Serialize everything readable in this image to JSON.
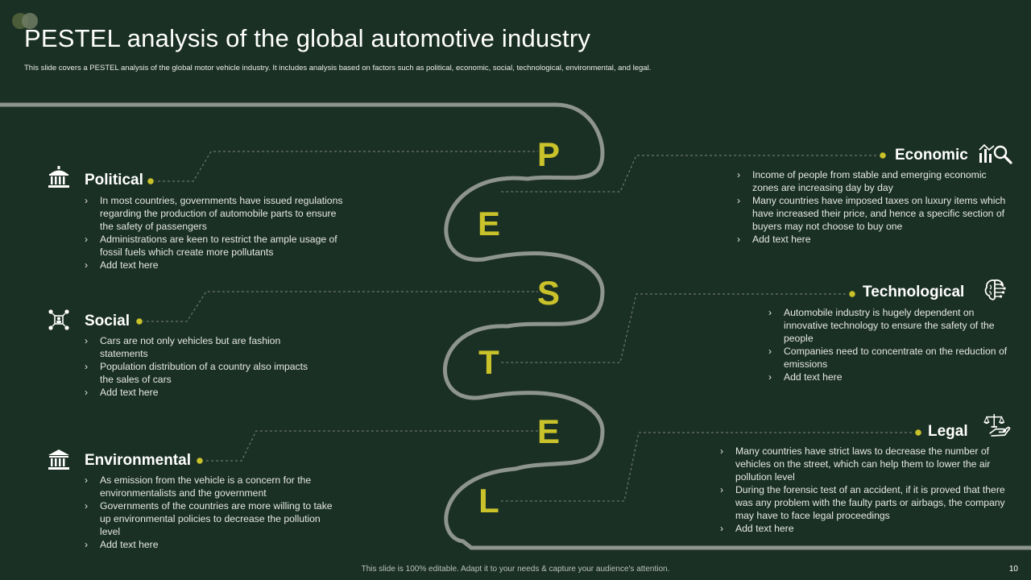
{
  "title": "PESTEL analysis of the global automotive industry",
  "subtitle": "This slide covers a PESTEL  analysis of the global motor vehicle industry. It includes analysis based on factors such as political, economic, social, technological, environmental, and legal.",
  "colors": {
    "background": "#1b3024",
    "accent": "#c9c22a",
    "road": "#8e948f"
  },
  "letters": [
    "P",
    "E",
    "S",
    "T",
    "E",
    "L"
  ],
  "sections": {
    "political": {
      "heading": "Political",
      "icon": "government-building-icon",
      "bullets": [
        "In most countries, governments  have issued regulations regarding  the production of automobile parts to ensure the safety of passengers",
        "Administrations are keen to restrict the ample usage of fossil fuels which create more pollutants",
        "Add text here"
      ]
    },
    "social": {
      "heading": "Social",
      "icon": "people-network-icon",
      "bullets": [
        "Cars are not only vehicles but are fashion statements",
        "Population distribution of a country also impacts the sales of cars",
        "Add text here"
      ]
    },
    "environmental": {
      "heading": "Environmental",
      "icon": "institution-icon",
      "bullets": [
        "As emission from the vehicle  is a concern for the environmentalists  and the government",
        "Governments  of the countries are more willing to take up environmental  policies to decrease the pollution level",
        "Add text here"
      ]
    },
    "economic": {
      "heading": "Economic",
      "icon": "chart-magnifier-icon",
      "bullets": [
        "Income of people from stable and emerging economic zones are increasing day by day",
        "Many countries have imposed taxes on luxury items which have increased their price, and hence a specific section of buyers may not choose to buy one",
        "Add text here"
      ]
    },
    "technological": {
      "heading": "Technological",
      "icon": "brain-circuit-icon",
      "bullets": [
        "Automobile industry is hugely dependent  on innovative  technology to ensure the safety of the people",
        "Companies  need to concentrate on the reduction of emissions",
        "Add text here"
      ]
    },
    "legal": {
      "heading": "Legal",
      "icon": "scales-hand-icon",
      "bullets": [
        "Many countries have  strict laws to decrease the number of vehicles on the street, which can help them to lower the air pollution level",
        "During the forensic test of an accident, if it is proved  that there was any problem  with the faulty parts  or airbags, the company may have  to face legal proceedings",
        "Add text here"
      ]
    }
  },
  "footer": "This slide is 100% editable.  Adapt it to your needs & capture your audience's attention.",
  "page_number": "10"
}
